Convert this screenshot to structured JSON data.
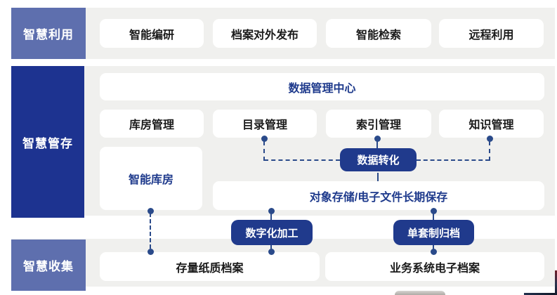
{
  "colors": {
    "band_gray": "#f0f0ee",
    "label_light_blue": "#5e6fae",
    "label_dark_blue": "#1d3390",
    "pill_blue": "#203a8c",
    "navy_text": "#1e3a8c",
    "dark_text": "#1a1a1a",
    "connector": "#2a4a8a"
  },
  "rows": {
    "usage": {
      "label": "智慧利用",
      "items": [
        "智能编研",
        "档案对外发布",
        "智能检索",
        "远程利用"
      ]
    },
    "storage": {
      "label": "智慧管存",
      "data_center": "数据管理中心",
      "managers": [
        "库房管理",
        "目录管理",
        "索引管理",
        "知识管理"
      ],
      "data_transform": "数据转化",
      "smart_warehouse": "智能库房",
      "object_storage": "对象存储/电子文件长期保存"
    },
    "collection": {
      "label": "智慧收集",
      "digitization": "数字化加工",
      "single_set_archiving": "单套制归档",
      "paper_archives": "存量纸质档案",
      "business_archives": "业务系统电子档案"
    }
  }
}
